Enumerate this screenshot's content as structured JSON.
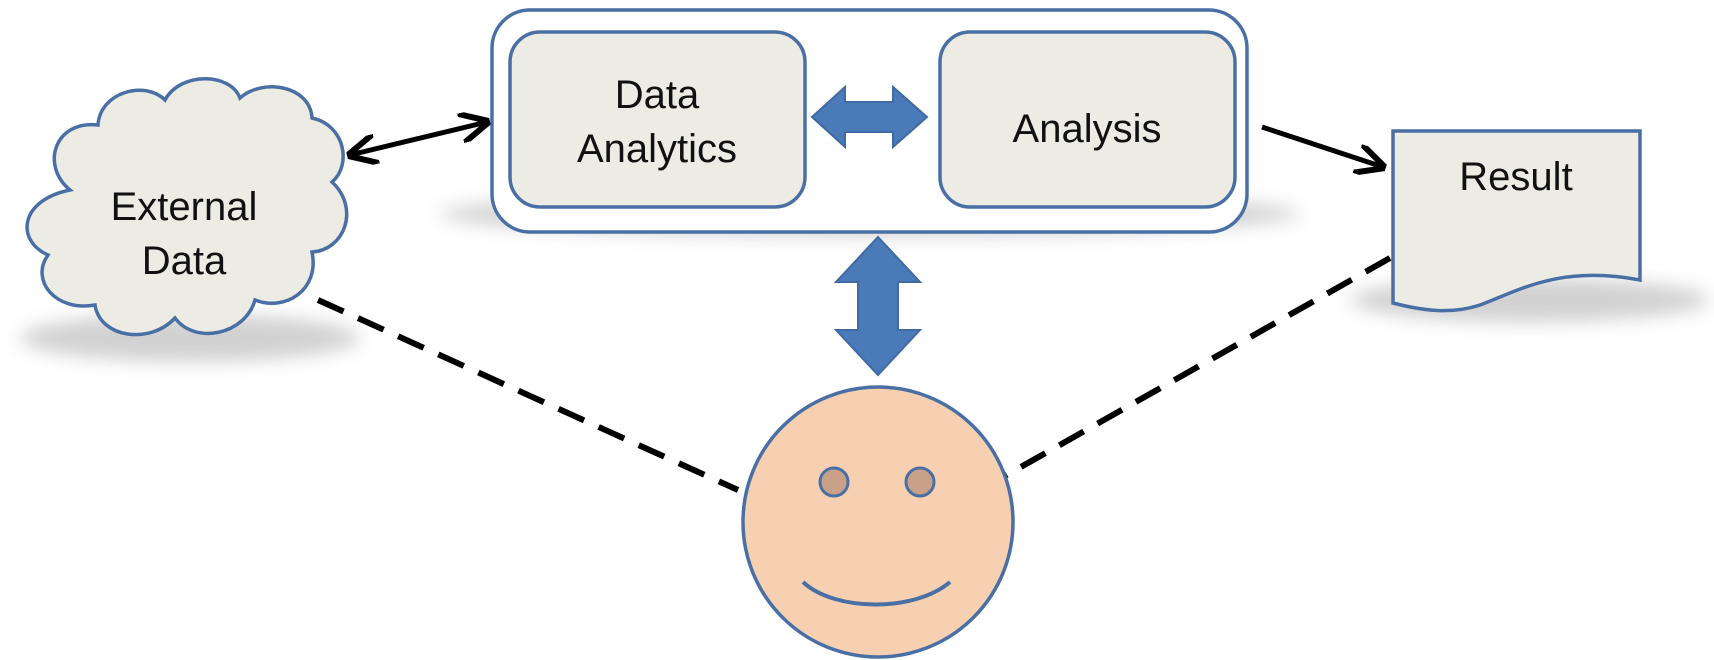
{
  "diagram": {
    "nodes": {
      "external_data": {
        "lines": [
          "External",
          "Data"
        ]
      },
      "data_analytics": {
        "lines": [
          "Data",
          "Analytics"
        ]
      },
      "analysis": {
        "label": "Analysis"
      },
      "result": {
        "label": "Result"
      }
    },
    "colors": {
      "box_fill": "#ececE4",
      "box_stroke": "#4a6fa5",
      "block_arrow": "#4a7ab8",
      "face_fill": "#f6d0b0",
      "face_stroke": "#4a6fa5",
      "eye_fill": "#c9a088",
      "line": "#000000"
    },
    "icons": {
      "user": "smiley-face-icon"
    }
  }
}
